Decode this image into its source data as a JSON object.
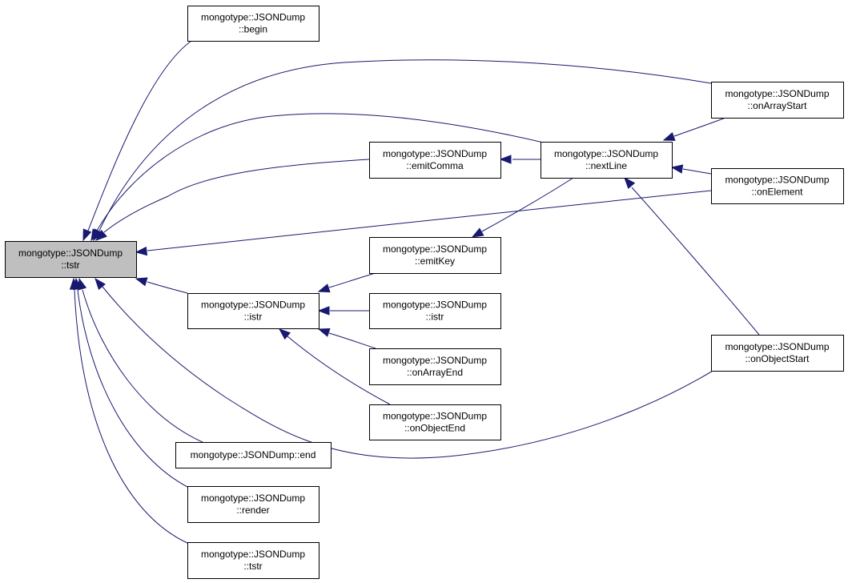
{
  "diagram": {
    "type": "call-graph",
    "colors": {
      "edge": "#191970",
      "focus_fill": "#bfbfbf",
      "node_fill": "#ffffff",
      "node_border": "#000000"
    },
    "nodes": [
      {
        "id": "tstr_main",
        "lines": [
          "mongotype::JSONDump",
          "::tstr"
        ],
        "focus": true
      },
      {
        "id": "begin",
        "lines": [
          "mongotype::JSONDump",
          "::begin"
        ]
      },
      {
        "id": "onArrayStart",
        "lines": [
          "mongotype::JSONDump",
          "::onArrayStart"
        ]
      },
      {
        "id": "emitComma",
        "lines": [
          "mongotype::JSONDump",
          "::emitComma"
        ]
      },
      {
        "id": "nextLine",
        "lines": [
          "mongotype::JSONDump",
          "::nextLine"
        ]
      },
      {
        "id": "onElement",
        "lines": [
          "mongotype::JSONDump",
          "::onElement"
        ]
      },
      {
        "id": "emitKey",
        "lines": [
          "mongotype::JSONDump",
          "::emitKey"
        ]
      },
      {
        "id": "istr_main",
        "lines": [
          "mongotype::JSONDump",
          "::istr"
        ]
      },
      {
        "id": "istr_sub",
        "lines": [
          "mongotype::JSONDump",
          "::istr"
        ]
      },
      {
        "id": "onArrayEnd",
        "lines": [
          "mongotype::JSONDump",
          "::onArrayEnd"
        ]
      },
      {
        "id": "onObjectStart",
        "lines": [
          "mongotype::JSONDump",
          "::onObjectStart"
        ]
      },
      {
        "id": "onObjectEnd",
        "lines": [
          "mongotype::JSONDump",
          "::onObjectEnd"
        ]
      },
      {
        "id": "end",
        "lines": [
          "mongotype::JSONDump::end"
        ]
      },
      {
        "id": "render",
        "lines": [
          "mongotype::JSONDump",
          "::render"
        ]
      },
      {
        "id": "tstr_sub",
        "lines": [
          "mongotype::JSONDump",
          "::tstr"
        ]
      }
    ],
    "edges": [
      {
        "from": "begin",
        "to": "tstr_main"
      },
      {
        "from": "onArrayStart",
        "to": "tstr_main"
      },
      {
        "from": "nextLine",
        "to": "tstr_main"
      },
      {
        "from": "emitComma",
        "to": "tstr_main"
      },
      {
        "from": "onElement",
        "to": "tstr_main"
      },
      {
        "from": "istr_main",
        "to": "tstr_main"
      },
      {
        "from": "onObjectStart",
        "to": "tstr_main"
      },
      {
        "from": "end",
        "to": "tstr_main"
      },
      {
        "from": "render",
        "to": "tstr_main"
      },
      {
        "from": "tstr_sub",
        "to": "tstr_main"
      },
      {
        "from": "nextLine",
        "to": "emitComma"
      },
      {
        "from": "onArrayStart",
        "to": "nextLine"
      },
      {
        "from": "onElement",
        "to": "nextLine"
      },
      {
        "from": "onObjectStart",
        "to": "nextLine"
      },
      {
        "from": "nextLine",
        "to": "emitKey"
      },
      {
        "from": "emitKey",
        "to": "istr_main"
      },
      {
        "from": "istr_sub",
        "to": "istr_main"
      },
      {
        "from": "onArrayEnd",
        "to": "istr_main"
      },
      {
        "from": "onObjectEnd",
        "to": "istr_main"
      }
    ]
  }
}
